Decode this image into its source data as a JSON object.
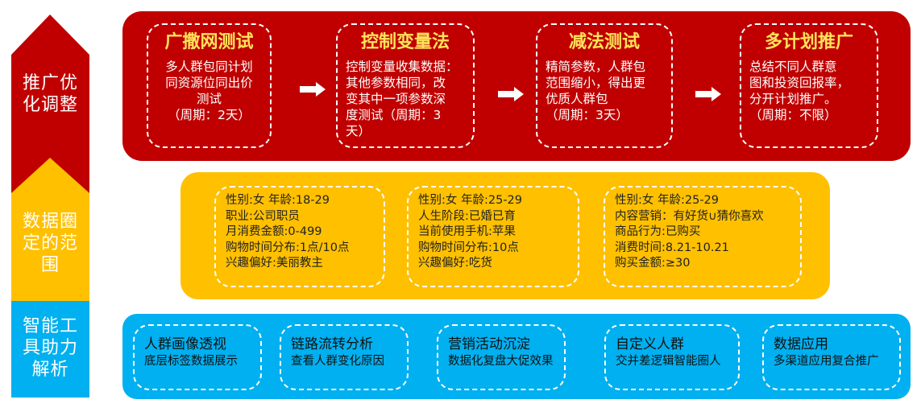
{
  "left_labels": [
    "推广优化调整",
    "数据圈定的范围",
    "智能工具助力解析"
  ],
  "left_label_lines": [
    [
      "推广优",
      "化调整"
    ],
    [
      "数据圈",
      "定的范",
      "围"
    ],
    [
      "智能工",
      "具助力",
      "解析"
    ]
  ],
  "colors": {
    "red": "#c00000",
    "yellow": "#ffc000",
    "blue": "#00b0f0",
    "title_yellow": "#ffe35a"
  },
  "steps": [
    {
      "title": "广撒网测试",
      "lines": [
        "多人群包同计划",
        "同资源位同出价",
        "测试",
        "（周期：2天）"
      ]
    },
    {
      "title": "控制变量法",
      "lines": [
        "控制变量收集数据：",
        "其他参数相同，改",
        "变其中一项参数深",
        "度测试（周期：3",
        "天）"
      ]
    },
    {
      "title": "减法测试",
      "lines": [
        "精简参数，人群包",
        "范围缩小，得出更",
        "优质人群包",
        "（周期：3天）"
      ]
    },
    {
      "title": "多计划推广",
      "lines": [
        "总结不同人群意",
        "图和投资回报率，",
        "分开计划推广。",
        "（周期：不限）"
      ]
    }
  ],
  "arrow_icon": "right-arrow-icon",
  "audiences": [
    [
      "性别:女        年龄:18-29",
      "职业:公司职员",
      "月消费金额:0-499",
      "购物时间分布:1点/10点",
      "兴趣偏好:美丽教主"
    ],
    [
      "性别:女      年龄:25-29",
      "人生阶段:已婚已育",
      "当前使用手机:苹果",
      "购物时间分布:10点",
      "兴趣偏好:吃货"
    ],
    [
      "性别:女    年龄:25-29",
      "内容营销：有好货∪猜你喜欢",
      "商品行为:已购买",
      "消费时间:8.21-10.21",
      "购买金额:≥30"
    ]
  ],
  "tools": [
    {
      "title": "人群画像透视",
      "subtitle": "底层标签数据展示"
    },
    {
      "title": "链路流转分析",
      "subtitle": "查看人群变化原因"
    },
    {
      "title": "营销活动沉淀",
      "subtitle": "数据化复盘大促效果"
    },
    {
      "title": "自定义人群",
      "subtitle": "交并差逻辑智能圈人"
    },
    {
      "title": "数据应用",
      "subtitle": "多渠道应用复合推广"
    }
  ]
}
